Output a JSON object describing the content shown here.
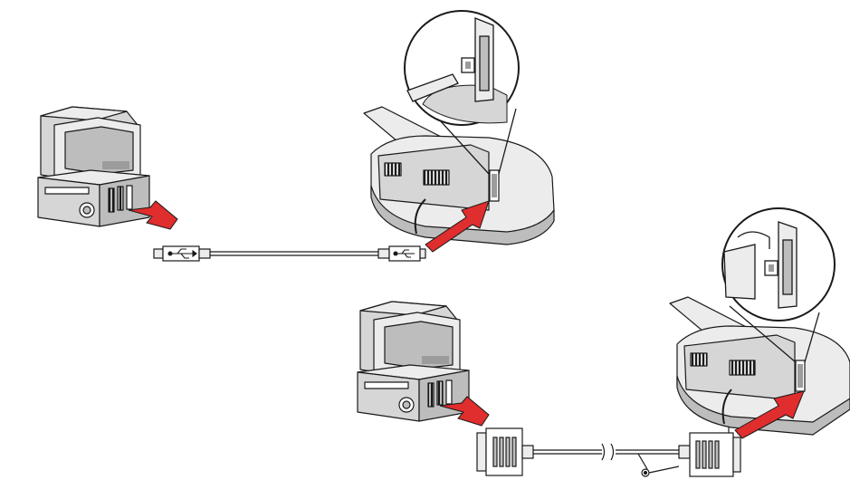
{
  "diagram": {
    "panels": [
      {
        "id": "usb",
        "connection": "USB",
        "cable_icon": "usb-icon"
      },
      {
        "id": "parallel",
        "connection": "parallel",
        "cable_icon": "parallel-connector-icon"
      }
    ],
    "colors": {
      "arrow": "#e02d2d",
      "line": "#1a1a1a",
      "light_fill": "#ececec",
      "mid_fill": "#d6d6d6",
      "dark_fill": "#bdbdbd",
      "background": "#ffffff"
    }
  }
}
